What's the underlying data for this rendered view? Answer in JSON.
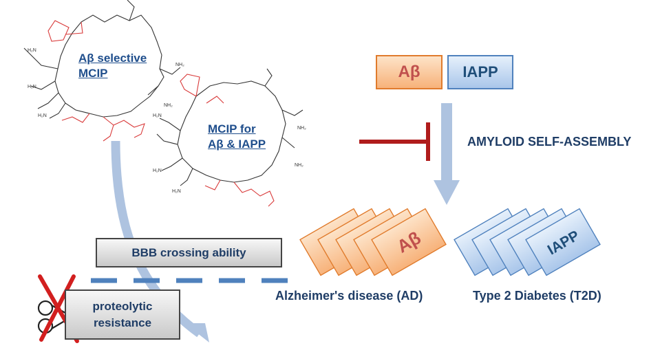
{
  "labels": {
    "abeta_selective_line1": "Aβ selective",
    "abeta_selective_line2": "MCIP",
    "dual_mcip_line1": "MCIP for",
    "dual_mcip_line2": "Aβ & IAPP",
    "abeta_box": "Aβ",
    "iapp_box": "IAPP",
    "amyloid_self_assembly": "AMYLOID SELF-ASSEMBLY",
    "bbb_crossing": "BBB crossing ability",
    "proteolytic_line1": "proteolytic",
    "proteolytic_line2": "resistance",
    "abeta_stack_label": "Aβ",
    "iapp_stack_label": "IAPP",
    "alzheimers": "Alzheimer's disease (AD)",
    "type2_diabetes": "Type 2 Diabetes (T2D)"
  },
  "colors": {
    "abeta_fill": "#f9c89b",
    "abeta_border": "#e07b2c",
    "abeta_text": "#c0504d",
    "iapp_fill": "#cfe0f6",
    "iapp_border": "#4f81bd",
    "iapp_text": "#1f4e79",
    "arrow_light": "#aec3e0",
    "inhibit_red": "#b01c1c",
    "dash_blue": "#4f81bd",
    "molecule_red": "#d93a3a"
  },
  "icons": {
    "scissors": "scissors-icon",
    "cross": "red-cross-icon"
  }
}
